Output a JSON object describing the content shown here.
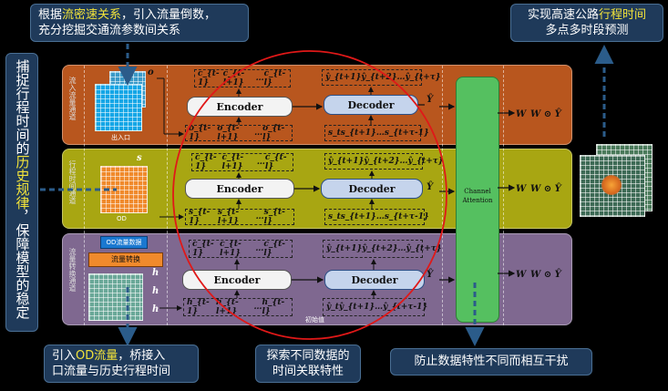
{
  "callouts": {
    "top_left_line1_pre": "根据",
    "top_left_line1_hl": "流密速关系",
    "top_left_line1_post": "，引入流量倒数，",
    "top_left_line2": "充分挖掘交通流参数间关系",
    "top_right_line1_pre": "实现高速公路",
    "top_right_line1_hl": "行程时间",
    "top_right_line2": "多点多时段预测",
    "left_vertical_pre": "捕捉行程时间的",
    "left_vertical_hl": "历史规律",
    "left_vertical_post": "，保障模型的稳定",
    "bottom_left_pre": "引入",
    "bottom_left_hl": "OD流量",
    "bottom_left_post": "，桥接入",
    "bottom_left_line2": "口流量与历史行程时间",
    "bottom_mid_line1": "探索不同数据的",
    "bottom_mid_line2": "时间关联特性",
    "bottom_right": "防止数据特性不同而相互干扰"
  },
  "bands": [
    {
      "label": "流入流量通道",
      "input_symbol": "o",
      "sublabel": "出入口",
      "encoder": "Encoder",
      "decoder": "Decoder",
      "hist": [
        "o_{t-1}",
        "o_{t-l+1}",
        "…",
        "o_{t-l}"
      ],
      "c": [
        "c_{t-1}",
        "c_{t-l+1}",
        "…",
        "c_{t-l}"
      ],
      "s": [
        "s_t",
        "s_{t+1}",
        "…",
        "s_{t+τ-1}"
      ],
      "yhat": [
        "ŷ_{t+1}",
        "ŷ_{t+2}",
        "…",
        "ŷ_{t+τ}"
      ],
      "out": "Ŷ",
      "w": "W",
      "res": "W ⊙ Ŷ"
    },
    {
      "label": "行程时间通道",
      "input_symbol": "s",
      "sublabel": "OD",
      "encoder": "Encoder",
      "decoder": "Decoder",
      "hist": [
        "s_{t-1}",
        "s_{t-l+1}",
        "…",
        "s_{t-l}"
      ],
      "c": [
        "c_{t-1}",
        "c_{t-l+1}",
        "…",
        "c_{t-l}"
      ],
      "s": [
        "s_t",
        "s_{t+1}",
        "…",
        "s_{t+τ-1}"
      ],
      "yhat": [
        "ŷ_{t+1}",
        "ŷ_{t+2}",
        "…",
        "ŷ_{t+τ}"
      ],
      "out": "Ŷ",
      "w": "W",
      "res": "W ⊙ Ŷ"
    },
    {
      "label": "流量转换通道",
      "input_symbol": "h",
      "sublabel": "初始值",
      "encoder": "Encoder",
      "decoder": "Decoder",
      "hist": [
        "h_{t-1}",
        "h_{t-l+1}",
        "…",
        "h_{t-l}"
      ],
      "c": [
        "c_{t-1}",
        "c_{t-l+1}",
        "…",
        "c_{t-l}"
      ],
      "s": [
        "ŷ_t",
        "ŷ_{t+1}",
        "…",
        "ŷ_{t+τ-1}"
      ],
      "yhat": [
        "ŷ_{t+1}",
        "ŷ_{t+2}",
        "…",
        "ŷ_{t+τ}"
      ],
      "out": "Ŷ",
      "w": "W",
      "res": "W ⊙ Ŷ"
    }
  ],
  "od_flow_label": "OD流量数据",
  "flow_convert_label": "流量转换",
  "channel_attention": "Channel Attention",
  "colors": {
    "band1": "#b8561e",
    "band2": "#a8a612",
    "band3": "#7f6890",
    "channel": "#55c060",
    "callout": "#1f3a5a",
    "highlight": "#f2e33a",
    "circle": "#e01818"
  }
}
